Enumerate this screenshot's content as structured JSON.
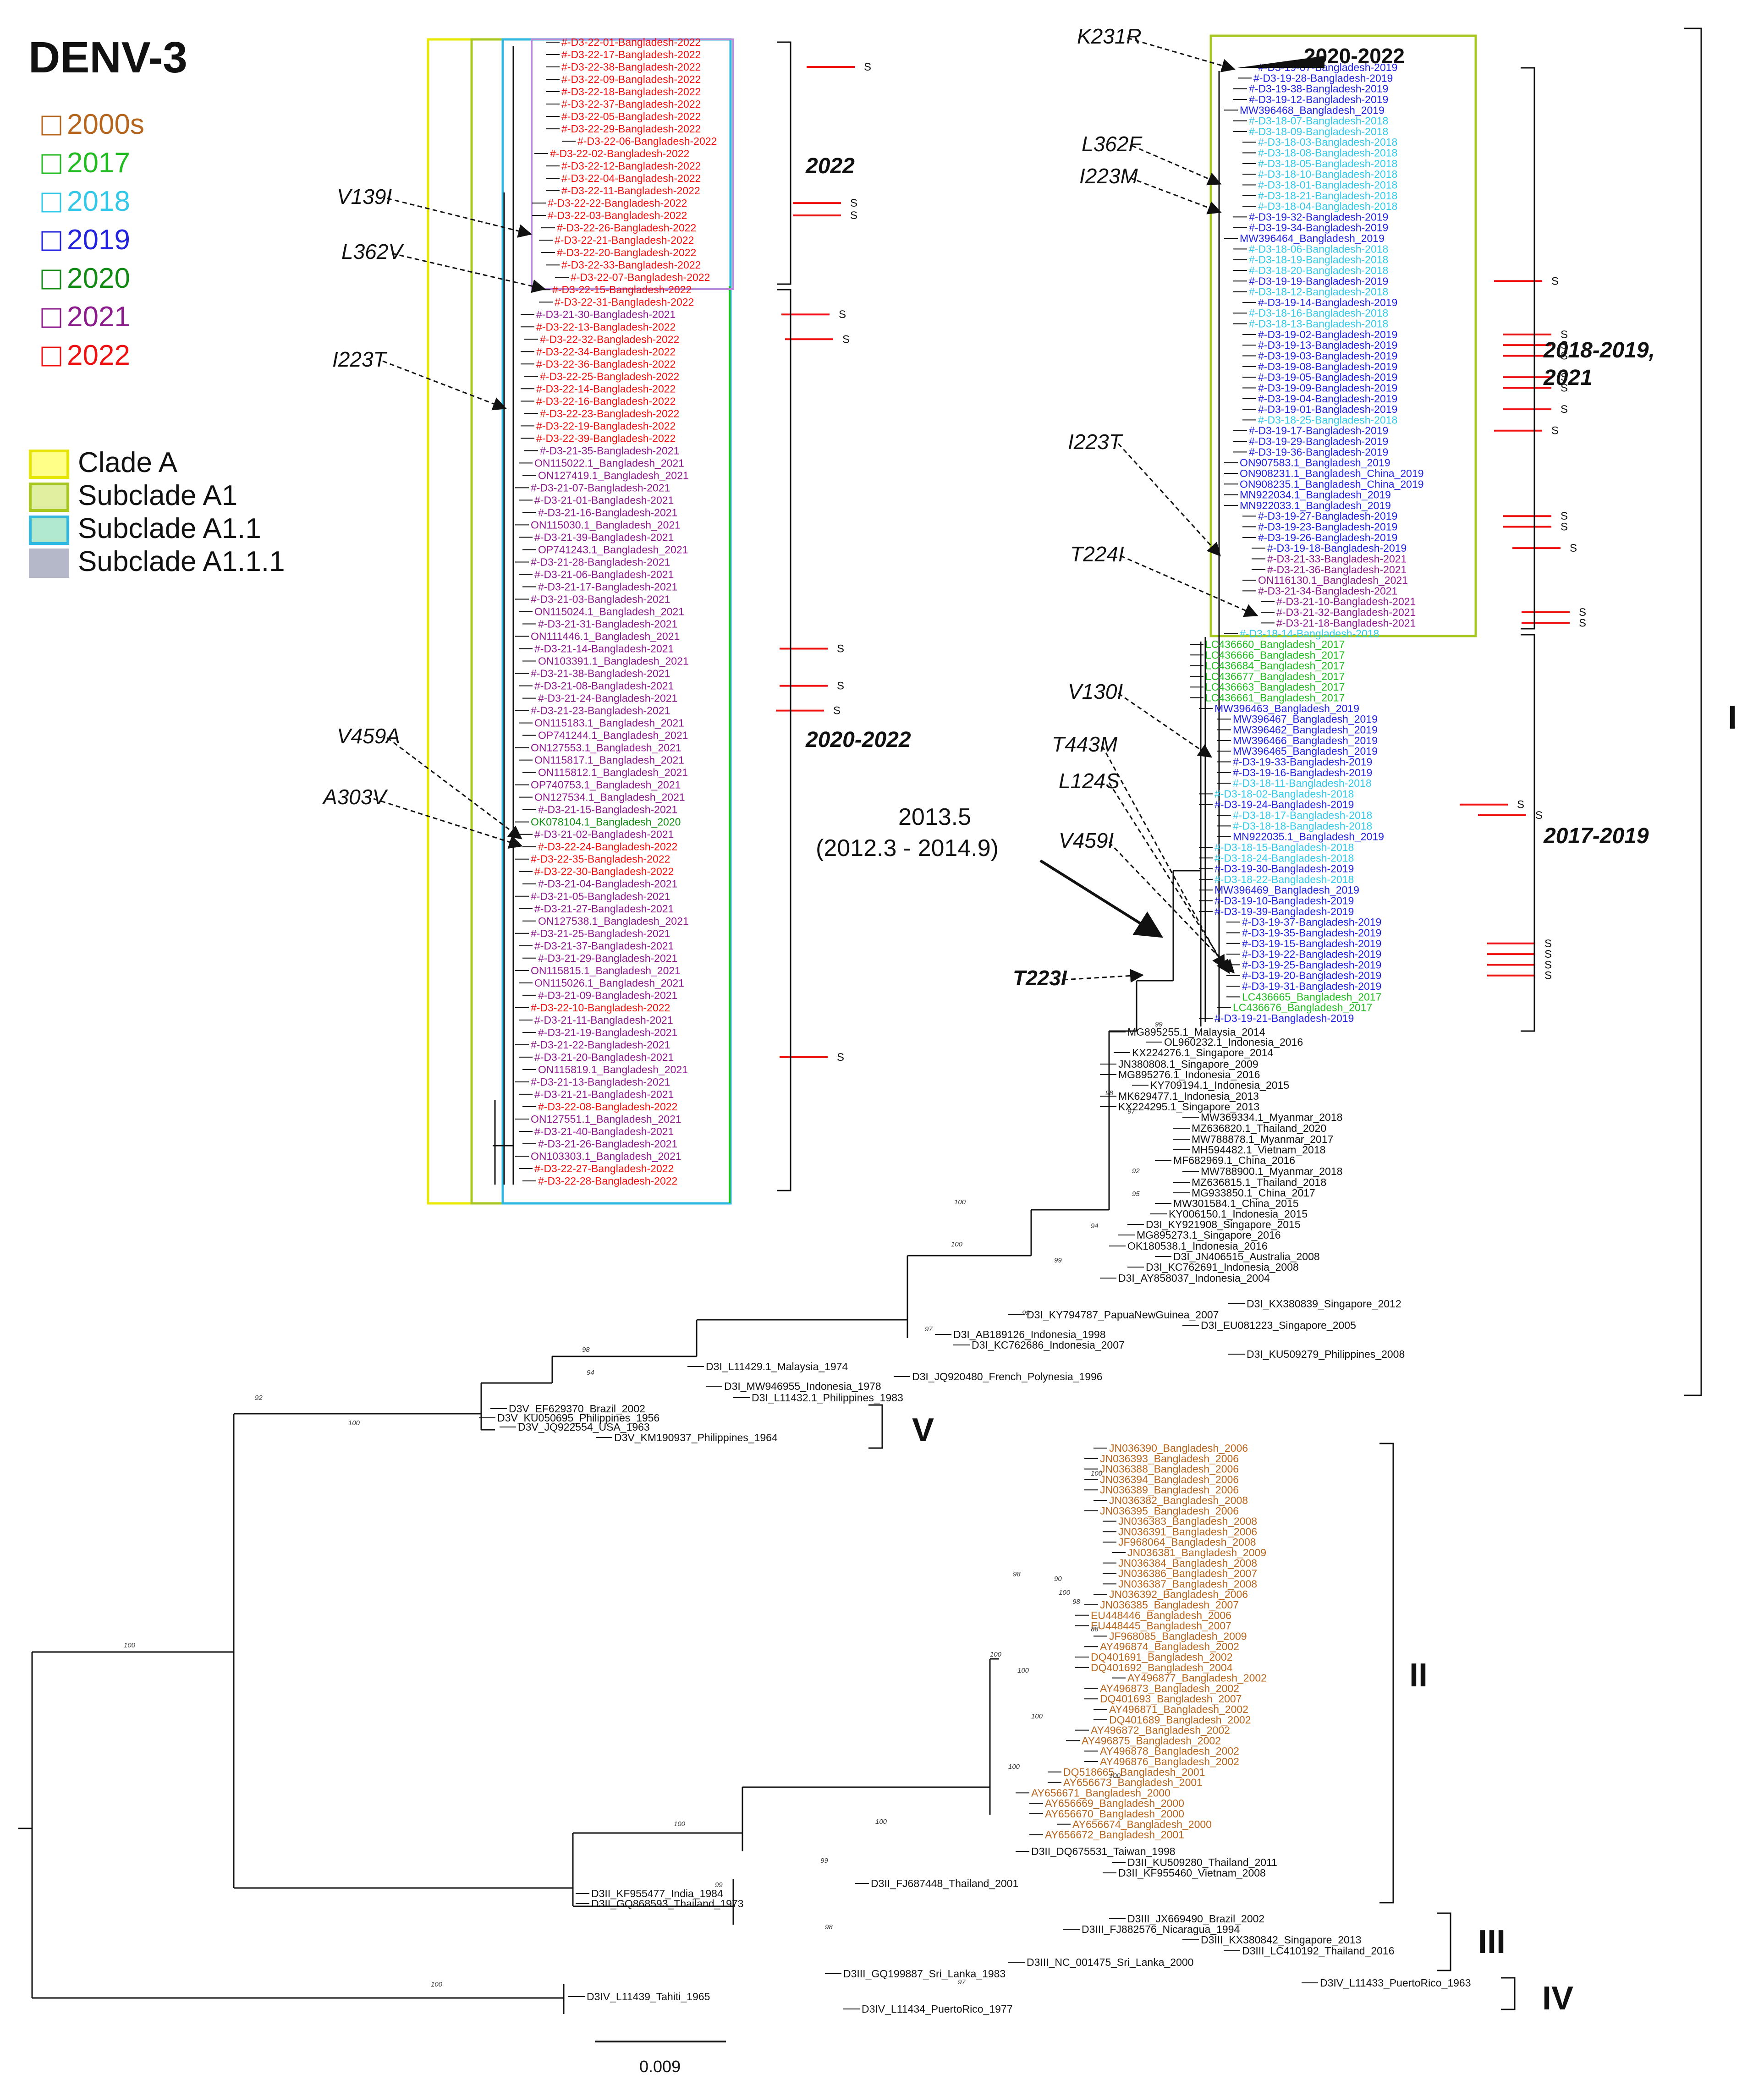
{
  "figure": {
    "title": "DENV-3",
    "scale_bar_label": "0.009"
  },
  "legend_years": [
    {
      "label": "2000s",
      "color": "#b5651d"
    },
    {
      "label": "2017",
      "color": "#22bb22"
    },
    {
      "label": "2018",
      "color": "#33c8e8"
    },
    {
      "label": "2019",
      "color": "#2222dd"
    },
    {
      "label": "2020",
      "color": "#138a13"
    },
    {
      "label": "2021",
      "color": "#8b1a8b"
    },
    {
      "label": "2022",
      "color": "#ee1111"
    }
  ],
  "legend_clades": [
    {
      "label": "Clade A",
      "color": "#ffff88",
      "border": "#e6e600"
    },
    {
      "label": "Subclade A1",
      "color": "#e0f0a0",
      "border": "#a8c820"
    },
    {
      "label": "Subclade A1.1",
      "color": "#b0e8d0",
      "border": "#30b8e0"
    },
    {
      "label": "Subclade A1.1.1",
      "color": "#b4b8c8",
      "border": "#b4b8c8"
    }
  ],
  "genotypes": [
    "I",
    "V",
    "II",
    "III",
    "IV"
  ],
  "groups": [
    "2022",
    "2020-2022",
    "2018-2019,\n2021",
    "2017-2019",
    "2020-2022"
  ],
  "mutations": [
    "V139I",
    "L362V",
    "I223T",
    "V459A",
    "A303V",
    "K231R",
    "L362F",
    "I223M",
    "I223T",
    "T224I",
    "V130I",
    "T443M",
    "L124S",
    "V459I",
    "T223I"
  ],
  "date_annotation": {
    "line1": "2013.5",
    "line2": "(2012.3 - 2014.9)"
  },
  "sweden_marker": "S",
  "colors": {
    "black": "#111111",
    "red_marker": "#ee1111"
  },
  "left_clade_tips": [
    {
      "n": "#-D3-22-01-Bangladesh-2022",
      "c": "#ee1111"
    },
    {
      "n": "#-D3-22-17-Bangladesh-2022",
      "c": "#ee1111"
    },
    {
      "n": "#-D3-22-38-Bangladesh-2022",
      "c": "#ee1111",
      "s": true
    },
    {
      "n": "#-D3-22-09-Bangladesh-2022",
      "c": "#ee1111"
    },
    {
      "n": "#-D3-22-18-Bangladesh-2022",
      "c": "#ee1111"
    },
    {
      "n": "#-D3-22-37-Bangladesh-2022",
      "c": "#ee1111"
    },
    {
      "n": "#-D3-22-05-Bangladesh-2022",
      "c": "#ee1111"
    },
    {
      "n": "#-D3-22-29-Bangladesh-2022",
      "c": "#ee1111"
    },
    {
      "n": "#-D3-22-06-Bangladesh-2022",
      "c": "#ee1111"
    },
    {
      "n": "#-D3-22-02-Bangladesh-2022",
      "c": "#ee1111"
    },
    {
      "n": "#-D3-22-12-Bangladesh-2022",
      "c": "#ee1111"
    },
    {
      "n": "#-D3-22-04-Bangladesh-2022",
      "c": "#ee1111"
    },
    {
      "n": "#-D3-22-11-Bangladesh-2022",
      "c": "#ee1111"
    },
    {
      "n": "#-D3-22-22-Bangladesh-2022",
      "c": "#ee1111",
      "s": true
    },
    {
      "n": "#-D3-22-03-Bangladesh-2022",
      "c": "#ee1111",
      "s": true
    },
    {
      "n": "#-D3-22-26-Bangladesh-2022",
      "c": "#ee1111"
    },
    {
      "n": "#-D3-22-21-Bangladesh-2022",
      "c": "#ee1111"
    },
    {
      "n": "#-D3-22-20-Bangladesh-2022",
      "c": "#ee1111"
    },
    {
      "n": "#-D3-22-33-Bangladesh-2022",
      "c": "#ee1111"
    },
    {
      "n": "#-D3-22-07-Bangladesh-2022",
      "c": "#ee1111"
    },
    {
      "n": "#-D3-22-15-Bangladesh-2022",
      "c": "#ee1111"
    },
    {
      "n": "#-D3-22-31-Bangladesh-2022",
      "c": "#ee1111"
    },
    {
      "n": "#-D3-21-30-Bangladesh-2021",
      "c": "#8b1a8b",
      "s": true
    },
    {
      "n": "#-D3-22-13-Bangladesh-2022",
      "c": "#ee1111"
    },
    {
      "n": "#-D3-22-32-Bangladesh-2022",
      "c": "#ee1111",
      "s": true
    },
    {
      "n": "#-D3-22-34-Bangladesh-2022",
      "c": "#ee1111"
    },
    {
      "n": "#-D3-22-36-Bangladesh-2022",
      "c": "#ee1111"
    },
    {
      "n": "#-D3-22-25-Bangladesh-2022",
      "c": "#ee1111"
    },
    {
      "n": "#-D3-22-14-Bangladesh-2022",
      "c": "#ee1111"
    },
    {
      "n": "#-D3-22-16-Bangladesh-2022",
      "c": "#ee1111"
    },
    {
      "n": "#-D3-22-23-Bangladesh-2022",
      "c": "#ee1111"
    },
    {
      "n": "#-D3-22-19-Bangladesh-2022",
      "c": "#ee1111"
    },
    {
      "n": "#-D3-22-39-Bangladesh-2022",
      "c": "#ee1111"
    },
    {
      "n": "#-D3-21-35-Bangladesh-2021",
      "c": "#8b1a8b"
    },
    {
      "n": "ON115022.1_Bangladesh_2021",
      "c": "#8b1a8b"
    },
    {
      "n": "ON127419.1_Bangladesh_2021",
      "c": "#8b1a8b"
    },
    {
      "n": "#-D3-21-07-Bangladesh-2021",
      "c": "#8b1a8b"
    },
    {
      "n": "#-D3-21-01-Bangladesh-2021",
      "c": "#8b1a8b"
    },
    {
      "n": "#-D3-21-16-Bangladesh-2021",
      "c": "#8b1a8b"
    },
    {
      "n": "ON115030.1_Bangladesh_2021",
      "c": "#8b1a8b"
    },
    {
      "n": "#-D3-21-39-Bangladesh-2021",
      "c": "#8b1a8b"
    },
    {
      "n": "OP741243.1_Bangladesh_2021",
      "c": "#8b1a8b"
    },
    {
      "n": "#-D3-21-28-Bangladesh-2021",
      "c": "#8b1a8b"
    },
    {
      "n": "#-D3-21-06-Bangladesh-2021",
      "c": "#8b1a8b"
    },
    {
      "n": "#-D3-21-17-Bangladesh-2021",
      "c": "#8b1a8b"
    },
    {
      "n": "#-D3-21-03-Bangladesh-2021",
      "c": "#8b1a8b"
    },
    {
      "n": "ON115024.1_Bangladesh_2021",
      "c": "#8b1a8b"
    },
    {
      "n": "#-D3-21-31-Bangladesh-2021",
      "c": "#8b1a8b"
    },
    {
      "n": "ON111446.1_Bangladesh_2021",
      "c": "#8b1a8b"
    },
    {
      "n": "#-D3-21-14-Bangladesh-2021",
      "c": "#8b1a8b",
      "s": true
    },
    {
      "n": "ON103391.1_Bangladesh_2021",
      "c": "#8b1a8b"
    },
    {
      "n": "#-D3-21-38-Bangladesh-2021",
      "c": "#8b1a8b"
    },
    {
      "n": "#-D3-21-08-Bangladesh-2021",
      "c": "#8b1a8b",
      "s": true
    },
    {
      "n": "#-D3-21-24-Bangladesh-2021",
      "c": "#8b1a8b"
    },
    {
      "n": "#-D3-21-23-Bangladesh-2021",
      "c": "#8b1a8b",
      "s": true
    },
    {
      "n": "ON115183.1_Bangladesh_2021",
      "c": "#8b1a8b"
    },
    {
      "n": "OP741244.1_Bangladesh_2021",
      "c": "#8b1a8b"
    },
    {
      "n": "ON127553.1_Bangladesh_2021",
      "c": "#8b1a8b"
    },
    {
      "n": "ON115817.1_Bangladesh_2021",
      "c": "#8b1a8b"
    },
    {
      "n": "ON115812.1_Bangladesh_2021",
      "c": "#8b1a8b"
    },
    {
      "n": "OP740753.1_Bangladesh_2021",
      "c": "#8b1a8b"
    },
    {
      "n": "ON127534.1_Bangladesh_2021",
      "c": "#8b1a8b"
    },
    {
      "n": "#-D3-21-15-Bangladesh-2021",
      "c": "#8b1a8b"
    },
    {
      "n": "OK078104.1_Bangladesh_2020",
      "c": "#138a13"
    },
    {
      "n": "#-D3-21-02-Bangladesh-2021",
      "c": "#8b1a8b"
    },
    {
      "n": "#-D3-22-24-Bangladesh-2022",
      "c": "#ee1111"
    },
    {
      "n": "#-D3-22-35-Bangladesh-2022",
      "c": "#ee1111"
    },
    {
      "n": "#-D3-22-30-Bangladesh-2022",
      "c": "#ee1111"
    },
    {
      "n": "#-D3-21-04-Bangladesh-2021",
      "c": "#8b1a8b"
    },
    {
      "n": "#-D3-21-05-Bangladesh-2021",
      "c": "#8b1a8b"
    },
    {
      "n": "#-D3-21-27-Bangladesh-2021",
      "c": "#8b1a8b"
    },
    {
      "n": "ON127538.1_Bangladesh_2021",
      "c": "#8b1a8b"
    },
    {
      "n": "#-D3-21-25-Bangladesh-2021",
      "c": "#8b1a8b"
    },
    {
      "n": "#-D3-21-37-Bangladesh-2021",
      "c": "#8b1a8b"
    },
    {
      "n": "#-D3-21-29-Bangladesh-2021",
      "c": "#8b1a8b"
    },
    {
      "n": "ON115815.1_Bangladesh_2021",
      "c": "#8b1a8b"
    },
    {
      "n": "ON115026.1_Bangladesh_2021",
      "c": "#8b1a8b"
    },
    {
      "n": "#-D3-21-09-Bangladesh-2021",
      "c": "#8b1a8b"
    },
    {
      "n": "#-D3-22-10-Bangladesh-2022",
      "c": "#ee1111"
    },
    {
      "n": "#-D3-21-11-Bangladesh-2021",
      "c": "#8b1a8b"
    },
    {
      "n": "#-D3-21-19-Bangladesh-2021",
      "c": "#8b1a8b"
    },
    {
      "n": "#-D3-21-22-Bangladesh-2021",
      "c": "#8b1a8b"
    },
    {
      "n": "#-D3-21-20-Bangladesh-2021",
      "c": "#8b1a8b",
      "s": true
    },
    {
      "n": "ON115819.1_Bangladesh_2021",
      "c": "#8b1a8b"
    },
    {
      "n": "#-D3-21-13-Bangladesh-2021",
      "c": "#8b1a8b"
    },
    {
      "n": "#-D3-21-21-Bangladesh-2021",
      "c": "#8b1a8b"
    },
    {
      "n": "#-D3-22-08-Bangladesh-2022",
      "c": "#ee1111"
    },
    {
      "n": "ON127551.1_Bangladesh_2021",
      "c": "#8b1a8b"
    },
    {
      "n": "#-D3-21-40-Bangladesh-2021",
      "c": "#8b1a8b"
    },
    {
      "n": "#-D3-21-26-Bangladesh-2021",
      "c": "#8b1a8b"
    },
    {
      "n": "ON103303.1_Bangladesh_2021",
      "c": "#8b1a8b"
    },
    {
      "n": "#-D3-22-27-Bangladesh-2022",
      "c": "#ee1111"
    },
    {
      "n": "#-D3-22-28-Bangladesh-2022",
      "c": "#ee1111"
    }
  ],
  "right_clade_tips": [
    {
      "n": "#-D3-19-07-Bangladesh-2019",
      "c": "#2222dd"
    },
    {
      "n": "#-D3-19-28-Bangladesh-2019",
      "c": "#2222dd"
    },
    {
      "n": "#-D3-19-38-Bangladesh-2019",
      "c": "#2222dd"
    },
    {
      "n": "#-D3-19-12-Bangladesh-2019",
      "c": "#2222dd"
    },
    {
      "n": "MW396468_Bangladesh_2019",
      "c": "#2222dd"
    },
    {
      "n": "#-D3-18-07-Bangladesh-2018",
      "c": "#33c8e8"
    },
    {
      "n": "#-D3-18-09-Bangladesh-2018",
      "c": "#33c8e8"
    },
    {
      "n": "#-D3-18-03-Bangladesh-2018",
      "c": "#33c8e8"
    },
    {
      "n": "#-D3-18-08-Bangladesh-2018",
      "c": "#33c8e8"
    },
    {
      "n": "#-D3-18-05-Bangladesh-2018",
      "c": "#33c8e8"
    },
    {
      "n": "#-D3-18-10-Bangladesh-2018",
      "c": "#33c8e8"
    },
    {
      "n": "#-D3-18-01-Bangladesh-2018",
      "c": "#33c8e8"
    },
    {
      "n": "#-D3-18-21-Bangladesh-2018",
      "c": "#33c8e8"
    },
    {
      "n": "#-D3-18-04-Bangladesh-2018",
      "c": "#33c8e8"
    },
    {
      "n": "#-D3-19-32-Bangladesh-2019",
      "c": "#2222dd"
    },
    {
      "n": "#-D3-19-34-Bangladesh-2019",
      "c": "#2222dd"
    },
    {
      "n": "MW396464_Bangladesh_2019",
      "c": "#2222dd"
    },
    {
      "n": "#-D3-18-06-Bangladesh-2018",
      "c": "#33c8e8"
    },
    {
      "n": "#-D3-18-19-Bangladesh-2018",
      "c": "#33c8e8"
    },
    {
      "n": "#-D3-18-20-Bangladesh-2018",
      "c": "#33c8e8"
    },
    {
      "n": "#-D3-19-19-Bangladesh-2019",
      "c": "#2222dd",
      "s": true
    },
    {
      "n": "#-D3-18-12-Bangladesh-2018",
      "c": "#33c8e8"
    },
    {
      "n": "#-D3-19-14-Bangladesh-2019",
      "c": "#2222dd"
    },
    {
      "n": "#-D3-18-16-Bangladesh-2018",
      "c": "#33c8e8"
    },
    {
      "n": "#-D3-18-13-Bangladesh-2018",
      "c": "#33c8e8"
    },
    {
      "n": "#-D3-19-02-Bangladesh-2019",
      "c": "#2222dd",
      "s": true
    },
    {
      "n": "#-D3-19-13-Bangladesh-2019",
      "c": "#2222dd",
      "s": true
    },
    {
      "n": "#-D3-19-03-Bangladesh-2019",
      "c": "#2222dd",
      "s": true
    },
    {
      "n": "#-D3-19-08-Bangladesh-2019",
      "c": "#2222dd"
    },
    {
      "n": "#-D3-19-05-Bangladesh-2019",
      "c": "#2222dd",
      "s": true
    },
    {
      "n": "#-D3-19-09-Bangladesh-2019",
      "c": "#2222dd",
      "s": true
    },
    {
      "n": "#-D3-19-04-Bangladesh-2019",
      "c": "#2222dd"
    },
    {
      "n": "#-D3-19-01-Bangladesh-2019",
      "c": "#2222dd",
      "s": true
    },
    {
      "n": "#-D3-18-25-Bangladesh-2018",
      "c": "#33c8e8"
    },
    {
      "n": "#-D3-19-17-Bangladesh-2019",
      "c": "#2222dd",
      "s": true
    },
    {
      "n": "#-D3-19-29-Bangladesh-2019",
      "c": "#2222dd"
    },
    {
      "n": "#-D3-19-36-Bangladesh-2019",
      "c": "#2222dd"
    },
    {
      "n": "ON907583.1_Bangladesh_2019",
      "c": "#2222dd"
    },
    {
      "n": "ON908231.1_Bangladesh_China_2019",
      "c": "#2222dd"
    },
    {
      "n": "ON908235.1_Bangladesh_China_2019",
      "c": "#2222dd"
    },
    {
      "n": "MN922034.1_Bangladesh_2019",
      "c": "#2222dd"
    },
    {
      "n": "MN922033.1_Bangladesh_2019",
      "c": "#2222dd"
    },
    {
      "n": "#-D3-19-27-Bangladesh-2019",
      "c": "#2222dd",
      "s": true
    },
    {
      "n": "#-D3-19-23-Bangladesh-2019",
      "c": "#2222dd",
      "s": true
    },
    {
      "n": "#-D3-19-26-Bangladesh-2019",
      "c": "#2222dd"
    },
    {
      "n": "#-D3-19-18-Bangladesh-2019",
      "c": "#2222dd",
      "s": true
    },
    {
      "n": "#-D3-21-33-Bangladesh-2021",
      "c": "#8b1a8b"
    },
    {
      "n": "#-D3-21-36-Bangladesh-2021",
      "c": "#8b1a8b"
    },
    {
      "n": "ON116130.1_Bangladesh_2021",
      "c": "#8b1a8b"
    },
    {
      "n": "#-D3-21-34-Bangladesh-2021",
      "c": "#8b1a8b"
    },
    {
      "n": "#-D3-21-10-Bangladesh-2021",
      "c": "#8b1a8b"
    },
    {
      "n": "#-D3-21-32-Bangladesh-2021",
      "c": "#8b1a8b",
      "s": true
    },
    {
      "n": "#-D3-21-18-Bangladesh-2021",
      "c": "#8b1a8b",
      "s": true
    },
    {
      "n": "#-D3-18-14-Bangladesh-2018",
      "c": "#33c8e8"
    },
    {
      "n": "LC436660_Bangladesh_2017",
      "c": "#22bb22"
    },
    {
      "n": "LC436666_Bangladesh_2017",
      "c": "#22bb22"
    },
    {
      "n": "LC436684_Bangladesh_2017",
      "c": "#22bb22"
    },
    {
      "n": "LC436677_Bangladesh_2017",
      "c": "#22bb22"
    },
    {
      "n": "LC436663_Bangladesh_2017",
      "c": "#22bb22"
    },
    {
      "n": "LC436661_Bangladesh_2017",
      "c": "#22bb22"
    },
    {
      "n": "MW396463_Bangladesh_2019",
      "c": "#2222dd"
    },
    {
      "n": "MW396467_Bangladesh_2019",
      "c": "#2222dd"
    },
    {
      "n": "MW396462_Bangladesh_2019",
      "c": "#2222dd"
    },
    {
      "n": "MW396466_Bangladesh_2019",
      "c": "#2222dd"
    },
    {
      "n": "MW396465_Bangladesh_2019",
      "c": "#2222dd"
    },
    {
      "n": "#-D3-19-33-Bangladesh-2019",
      "c": "#2222dd"
    },
    {
      "n": "#-D3-19-16-Bangladesh-2019",
      "c": "#2222dd"
    },
    {
      "n": "#-D3-18-11-Bangladesh-2018",
      "c": "#33c8e8"
    },
    {
      "n": "#-D3-18-02-Bangladesh-2018",
      "c": "#33c8e8"
    },
    {
      "n": "#-D3-19-24-Bangladesh-2019",
      "c": "#2222dd",
      "s": true
    },
    {
      "n": "#-D3-18-17-Bangladesh-2018",
      "c": "#33c8e8",
      "s": true
    },
    {
      "n": "#-D3-18-18-Bangladesh-2018",
      "c": "#33c8e8"
    },
    {
      "n": "MN922035.1_Bangladesh_2019",
      "c": "#2222dd"
    },
    {
      "n": "#-D3-18-15-Bangladesh-2018",
      "c": "#33c8e8"
    },
    {
      "n": "#-D3-18-24-Bangladesh-2018",
      "c": "#33c8e8"
    },
    {
      "n": "#-D3-19-30-Bangladesh-2019",
      "c": "#2222dd"
    },
    {
      "n": "#-D3-18-22-Bangladesh-2018",
      "c": "#33c8e8"
    },
    {
      "n": "MW396469_Bangladesh_2019",
      "c": "#2222dd"
    },
    {
      "n": "#-D3-19-10-Bangladesh-2019",
      "c": "#2222dd"
    },
    {
      "n": "#-D3-19-39-Bangladesh-2019",
      "c": "#2222dd"
    },
    {
      "n": "#-D3-19-37-Bangladesh-2019",
      "c": "#2222dd"
    },
    {
      "n": "#-D3-19-35-Bangladesh-2019",
      "c": "#2222dd"
    },
    {
      "n": "#-D3-19-15-Bangladesh-2019",
      "c": "#2222dd",
      "s": true
    },
    {
      "n": "#-D3-19-22-Bangladesh-2019",
      "c": "#2222dd",
      "s": true
    },
    {
      "n": "#-D3-19-25-Bangladesh-2019",
      "c": "#2222dd",
      "s": true
    },
    {
      "n": "#-D3-19-20-Bangladesh-2019",
      "c": "#2222dd",
      "s": true
    },
    {
      "n": "#-D3-19-31-Bangladesh-2019",
      "c": "#2222dd"
    },
    {
      "n": "LC436665_Bangladesh_2017",
      "c": "#22bb22"
    },
    {
      "n": "LC436676_Bangladesh_2017",
      "c": "#22bb22"
    },
    {
      "n": "#-D3-19-21-Bangladesh-2019",
      "c": "#2222dd"
    }
  ],
  "background_tips": [
    "MG895255.1_Malaysia_2014",
    "OL960232.1_Indonesia_2016",
    "KX224276.1_Singapore_2014",
    "JN380808.1_Singapore_2009",
    "MG895276.1_Indonesia_2016",
    "KY709194.1_Indonesia_2015",
    "MK629477.1_Indonesia_2013",
    "KX224295.1_Singapore_2013",
    "MW369334.1_Myanmar_2018",
    "MZ636820.1_Thailand_2020",
    "MW788878.1_Myanmar_2017",
    "MH594482.1_Vietnam_2018",
    "MF682969.1_China_2016",
    "MW788900.1_Myanmar_2018",
    "MZ636815.1_Thailand_2018",
    "MG933850.1_China_2017",
    "MW301584.1_China_2015",
    "KY006150.1_Indonesia_2015",
    "D3I_KY921908_Singapore_2015",
    "MG895273.1_Singapore_2016",
    "OK180538.1_Indonesia_2016",
    "D3I_JN406515_Australia_2008",
    "D3I_KC762691_Indonesia_2008",
    "D3I_AY858037_Indonesia_2004",
    "D3I_KX380839_Singapore_2012",
    "D3I_KY794787_PapuaNewGuinea_2007",
    "D3I_EU081223_Singapore_2005",
    "D3I_AB189126_Indonesia_1998",
    "D3I_KC762686_Indonesia_2007",
    "D3I_KU509279_Philippines_2008",
    "D3I_L11429.1_Malaysia_1974",
    "D3I_JQ920480_French_Polynesia_1996",
    "D3I_MW946955_Indonesia_1978",
    "D3I_L11432.1_Philippines_1983"
  ],
  "genotype_v_tips": [
    "D3V_EF629370_Brazil_2002",
    "D3V_KU050695_Philippines_1956",
    "D3V_JQ922554_USA_1963",
    "D3V_KM190937_Philippines_1964"
  ],
  "genotype_ii_tips": [
    "JN036390_Bangladesh_2006",
    "JN036393_Bangladesh_2006",
    "JN036388_Bangladesh_2006",
    "JN036394_Bangladesh_2006",
    "JN036389_Bangladesh_2006",
    "JN036382_Bangladesh_2008",
    "JN036395_Bangladesh_2006",
    "JN036383_Bangladesh_2008",
    "JN036391_Bangladesh_2006",
    "JF968064_Bangladesh_2008",
    "JN036381_Bangladesh_2009",
    "JN036384_Bangladesh_2008",
    "JN036386_Bangladesh_2007",
    "JN036387_Bangladesh_2008",
    "JN036392_Bangladesh_2006",
    "JN036385_Bangladesh_2007",
    "EU448446_Bangladesh_2006",
    "EU448445_Bangladesh_2007",
    "JF968085_Bangladesh_2009",
    "AY496874_Bangladesh_2002",
    "DQ401691_Bangladesh_2002",
    "DQ401692_Bangladesh_2004",
    "AY496877_Bangladesh_2002",
    "AY496873_Bangladesh_2002",
    "DQ401693_Bangladesh_2007",
    "AY496871_Bangladesh_2002",
    "DQ401689_Bangladesh_2002",
    "AY496872_Bangladesh_2002",
    "AY496875_Bangladesh_2002",
    "AY496878_Bangladesh_2002",
    "AY496876_Bangladesh_2002",
    "DQ518665_Bangladesh_2001",
    "AY656673_Bangladesh_2001",
    "AY656671_Bangladesh_2000",
    "AY656669_Bangladesh_2000",
    "AY656670_Bangladesh_2000",
    "AY656674_Bangladesh_2000",
    "AY656672_Bangladesh_2001",
    "D3II_DQ675531_Taiwan_1998",
    "D3II_KU509280_Thailand_2011",
    "D3II_KF955460_Vietnam_2008",
    "D3II_FJ687448_Thailand_2001",
    "D3II_KF955477_India_1984",
    "D3II_GQ868593_Thailand_1973"
  ],
  "genotype_iii_tips": [
    "D3III_JX669490_Brazil_2002",
    "D3III_FJ882576_Nicaragua_1994",
    "D3III_KX380842_Singapore_2013",
    "D3III_LC410192_Thailand_2016",
    "D3III_NC_001475_Sri_Lanka_2000",
    "D3III_GQ199887_Sri_Lanka_1983"
  ],
  "genotype_iv_tips": [
    "D3IV_L11433_PuertoRico_1963",
    "D3IV_L11439_Tahiti_1965",
    "D3IV_L11434_PuertoRico_1977"
  ],
  "bootstrap": [
    "100",
    "92",
    "100",
    "98",
    "94",
    "100",
    "99",
    "97",
    "99",
    "100",
    "94",
    "95",
    "92",
    "97",
    "98",
    "100",
    "100",
    "100",
    "99",
    "98",
    "100",
    "100",
    "100",
    "100",
    "90",
    "98",
    "88",
    "100",
    "100",
    "99",
    "98",
    "100",
    "97",
    "99"
  ]
}
